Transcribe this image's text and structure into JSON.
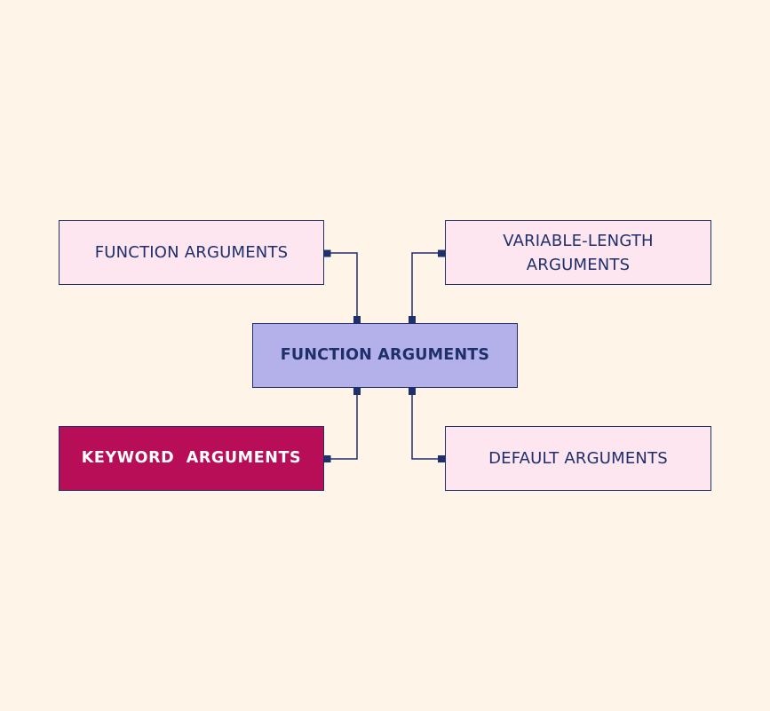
{
  "diagram": {
    "center": {
      "label": "FUNCTION ARGUMENTS"
    },
    "nodes": {
      "top_left": {
        "label": "FUNCTION ARGUMENTS"
      },
      "top_right": {
        "label_line1": "VARIABLE-LENGTH",
        "label_line2": "ARGUMENTS"
      },
      "bottom_left": {
        "label": "KEYWORD  ARGUMENTS"
      },
      "bottom_right": {
        "label": "DEFAULT ARGUMENTS"
      }
    }
  },
  "colors": {
    "background": "#FFF4E8",
    "node_fill": "#FDE6F0",
    "center_fill": "#B3B0EA",
    "highlight_fill": "#B80D57",
    "border_and_text": "#1E2F6B",
    "highlight_text": "#FFFFFF"
  }
}
